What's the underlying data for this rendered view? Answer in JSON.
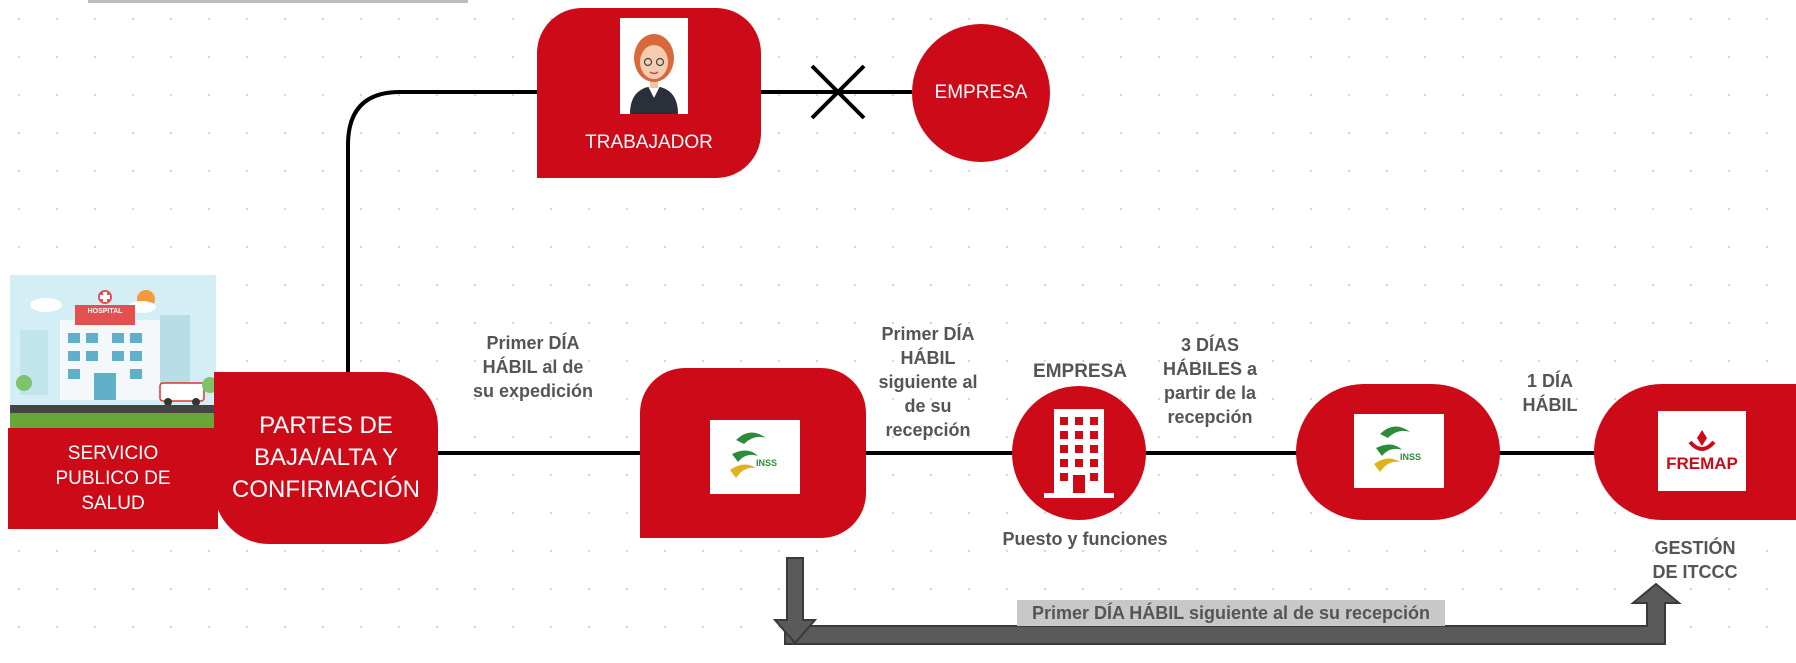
{
  "nodes": {
    "servicio": "SERVICIO PUBLICO DE SALUD",
    "hospital_sign": "HOSPITAL",
    "partes": "PARTES DE BAJA/ALTA Y CONFIRMACIÓN",
    "trabajador": "TRABAJADOR",
    "empresa_top": "EMPRESA",
    "inss_1_logo": "INSS",
    "empresa_mid_label": "EMPRESA",
    "empresa_mid_caption": "Puesto y funciones",
    "inss_2_logo": "INSS",
    "fremap_logo": "FREMAP",
    "fremap_caption": "GESTIÓN DE ITCCC"
  },
  "edges": {
    "e1": "Primer DÍA HÁBIL al de su expedición",
    "e2": "Primer DÍA HÁBIL siguiente al de su recepción",
    "e3": "3 DÍAS HÁBILES a partir de la recepción",
    "e4": "1 DÍA HÁBIL",
    "bottom": "Primer DÍA HÁBIL siguiente al de su recepción"
  },
  "colors": {
    "accent": "#cc0a18",
    "text": "#555555",
    "arrow": "#5a5a5a",
    "inss_green": "#2e8b3a"
  },
  "icons": [
    "hospital-illustration",
    "worker-avatar-icon",
    "building-icon",
    "inss-logo",
    "fremap-logo",
    "cross-mark-icon"
  ]
}
